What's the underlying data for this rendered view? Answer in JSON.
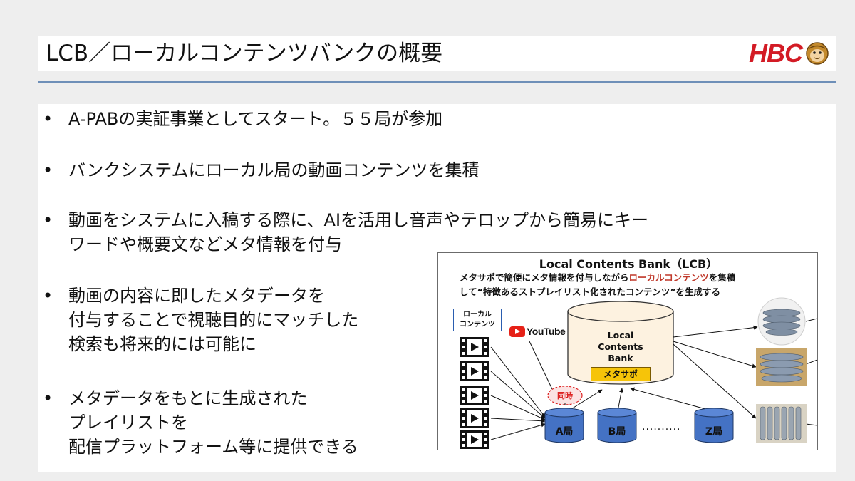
{
  "header": {
    "title": "LCB／ローカルコンテンツバンクの概要",
    "logo_text": "HBC",
    "logo_color": "#d31b25",
    "mascot_icon": "monkey-mascot-icon"
  },
  "bullets": [
    {
      "bullet": "•",
      "text": "A-PABの実証事業としてスタート。５５局が参加"
    },
    {
      "bullet": "•",
      "text": "バンクシステムにローカル局の動画コンテンツを集積"
    },
    {
      "bullet": "•",
      "text": "動画をシステムに入稿する際に、AIを活用し音声やテロップから簡易にキー\nワードや概要文などメタ情報を付与"
    },
    {
      "bullet": "•",
      "text": "動画の内容に即したメタデータを\n付与することで視聴目的にマッチした\n検索も将来的には可能に"
    },
    {
      "bullet": "•",
      "text": "メタデータをもとに生成された\nプレイリストを\n配信プラットフォーム等に提供できる"
    }
  ],
  "diagram": {
    "title": "Local Contents Bank（LCB）",
    "subtitle_line1_a": "メタサポで簡便にメタ情報を付与しながら",
    "subtitle_line1_highlight": "ローカルコンテンツ",
    "subtitle_line1_b": "を集積",
    "subtitle_line2": "して“特徴あるストプレイリスト化されたコンテンツ”を生成する",
    "local_contents_line1": "ローカル",
    "local_contents_line2": "コンテンツ",
    "youtube_label": "YouTube",
    "bank_line1": "Local",
    "bank_line2": "Contents",
    "bank_line3": "Bank",
    "metasapo_label": "メタサポ",
    "simultaneous_label": "同時",
    "stations": [
      "A局",
      "B局",
      "Z局"
    ],
    "dots": "··········",
    "highlight_color": "#c0392b",
    "cylinder_color": "#4472c4",
    "metasapo_color": "#f6c409"
  }
}
